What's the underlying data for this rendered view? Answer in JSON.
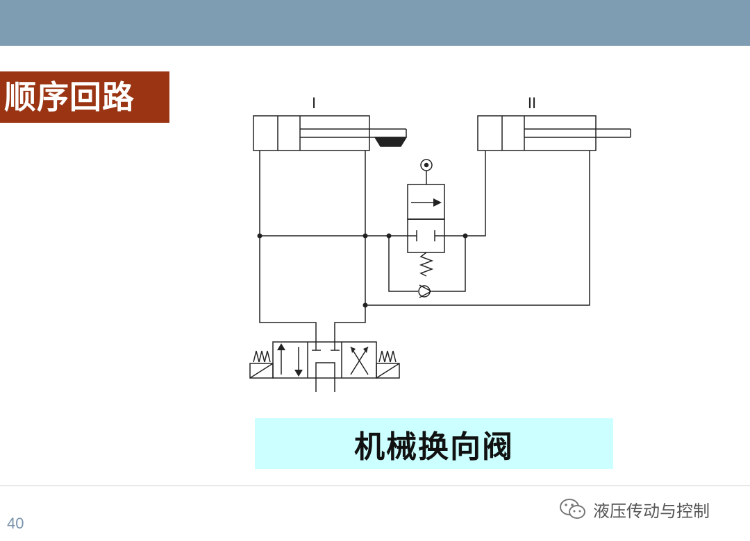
{
  "slide": {
    "title": "顺序回路",
    "caption": "机械换向阀",
    "page_number": "40",
    "watermark": "液压传动与控制"
  },
  "diagram": {
    "cylinder_1_label": "I",
    "cylinder_2_label": "II"
  },
  "colors": {
    "header_bar": "#7f9db2",
    "title_bg": "#9a3412",
    "caption_bg": "#ccffff"
  }
}
